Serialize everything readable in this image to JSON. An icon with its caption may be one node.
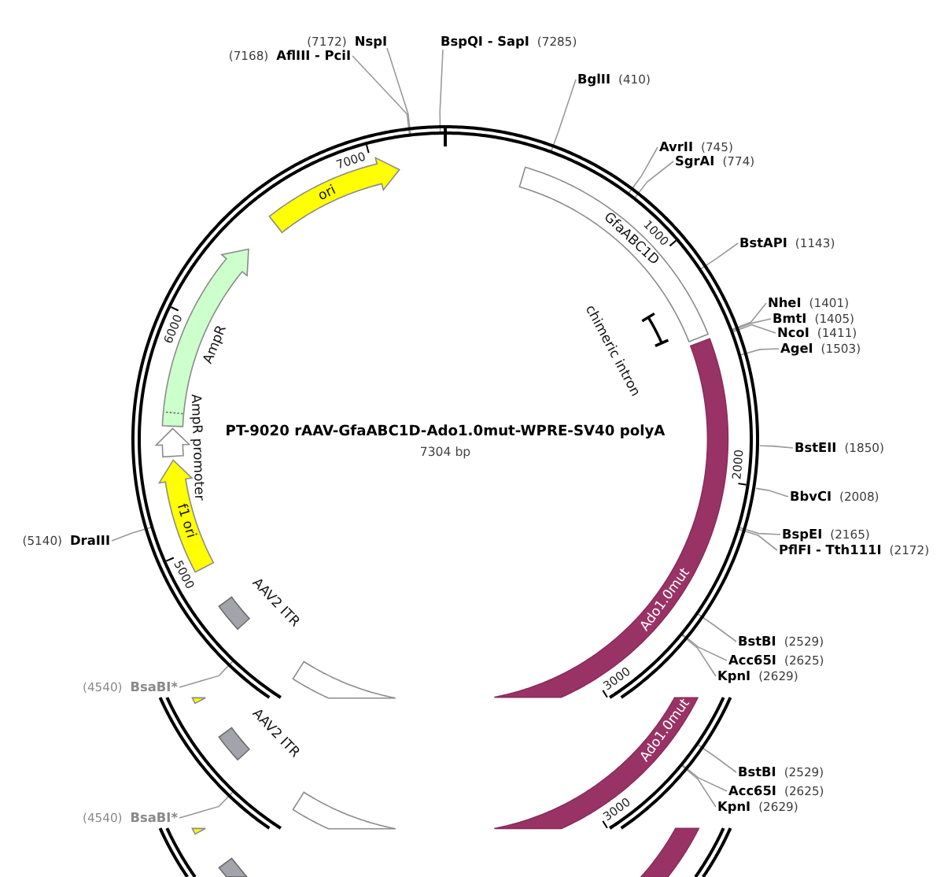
{
  "diagram": {
    "title": "PT-9020 rAAV-GfaABC1D-Ado1.0mut-WPRE-SV40 polyA",
    "nodes": [
      {
        "text": [
          "(7172)",
          "NspI"
        ]
      },
      {
        "text": [
          "BspQI - SapI",
          "(7285)"
        ]
      },
      {
        "text": [
          "(7168)",
          "AflIII - PciI"
        ]
      },
      {
        "text": [
          "BglII",
          "(410)"
        ]
      },
      {
        "text": [
          "AvrII",
          "(745)"
        ]
      },
      {
        "text": [
          "SgrAI",
          "(774)"
        ]
      },
      {
        "text": [
          "BstAPI",
          "(1143)"
        ]
      },
      {
        "text": [
          "NheI",
          "(1401)"
        ]
      },
      {
        "text": [
          "BmtI",
          "(1405)"
        ]
      },
      {
        "text": [
          "NcoI",
          "(1411)"
        ]
      },
      {
        "text": [
          "AgeI",
          "(1503)"
        ]
      },
      {
        "text": [
          "BstEII",
          "(1850)"
        ]
      },
      {
        "text": [
          "BbvCI",
          "(2008)"
        ]
      },
      {
        "text": [
          "BspEI",
          "(2165)"
        ]
      },
      {
        "text": [
          "PflFI - Tth111I",
          "(2172)"
        ]
      },
      {
        "text": [
          "(5140)",
          "DraIII"
        ]
      },
      {
        "text": [
          "BstBI",
          "(2529)"
        ]
      },
      {
        "text": [
          "Acc65I",
          "(2625)"
        ]
      },
      {
        "text": [
          "KpnI",
          "(2629)"
        ]
      },
      {
        "text": [
          "(4540)",
          "BsaBI*"
        ]
      },
      {
        "text": [
          "ori"
        ]
      },
      {
        "text": [
          "GfaABC1D"
        ]
      },
      {
        "text": [
          "chimeric intron"
        ]
      },
      {
        "text": [
          "AmpR"
        ]
      },
      {
        "text": [
          "AmpR promoter"
        ]
      },
      {
        "text": [
          "f1 ori"
        ]
      },
      {
        "text": [
          "Ado1.0mut"
        ]
      },
      {
        "text": [
          "AAV2 ITR"
        ]
      },
      {
        "text": [],
        "shape": "bar"
      },
      {
        "text": [],
        "shape": "bar"
      },
      {
        "text": [
          "AAV2 ITR"
        ]
      },
      {
        "text": [
          "Ado1.0mut"
        ]
      },
      {
        "text": [
          "BstBI",
          "(2529)"
        ]
      },
      {
        "text": [
          "Acc65I",
          "(2625)"
        ]
      },
      {
        "text": [
          "KpnI",
          "(2629)"
        ]
      },
      {
        "text": [],
        "shape": "bar"
      },
      {
        "text": [
          "(4540)",
          "BsaBI*"
        ]
      },
      {
        "text": [],
        "shape": "bar"
      },
      {
        "text": [],
        "shape": "box"
      },
      {
        "text": [],
        "shape": "bar"
      }
    ],
    "edges": [
      {
        "from": 0,
        "to": null,
        "arrow": "none"
      },
      {
        "from": 1,
        "to": null,
        "arrow": "none"
      },
      {
        "from": 2,
        "to": null,
        "arrow": "none"
      },
      {
        "from": 3,
        "to": null,
        "arrow": "none"
      },
      {
        "from": 4,
        "to": null,
        "arrow": "none"
      },
      {
        "from": 5,
        "to": null,
        "arrow": "none"
      },
      {
        "from": 6,
        "to": null,
        "arrow": "none"
      },
      {
        "from": 7,
        "to": null,
        "arrow": "none"
      },
      {
        "from": 8,
        "to": null,
        "arrow": "none"
      },
      {
        "from": 9,
        "to": null,
        "arrow": "none"
      },
      {
        "from": 10,
        "to": null,
        "arrow": "none"
      },
      {
        "from": 11,
        "to": null,
        "arrow": "none"
      },
      {
        "from": 12,
        "to": null,
        "arrow": "none"
      },
      {
        "from": 13,
        "to": null,
        "arrow": "none"
      },
      {
        "from": 14,
        "to": null,
        "arrow": "none"
      },
      {
        "from": 15,
        "to": null,
        "arrow": "none"
      },
      {
        "from": 16,
        "to": null,
        "arrow": "none"
      },
      {
        "from": 17,
        "to": null,
        "arrow": "none"
      },
      {
        "from": 18,
        "to": null,
        "arrow": "none"
      },
      {
        "from": 19,
        "to": null,
        "arrow": "none"
      },
      {
        "from": 32,
        "to": null,
        "arrow": "none"
      },
      {
        "from": 33,
        "to": null,
        "arrow": "none"
      },
      {
        "from": 34,
        "to": null,
        "arrow": "none"
      },
      {
        "from": 36,
        "to": null,
        "arrow": "none"
      }
    ],
    "labels": [
      "7000",
      "1000",
      "6000",
      "7304 bp",
      "2000",
      "5000",
      "3000",
      "3000"
    ]
  }
}
